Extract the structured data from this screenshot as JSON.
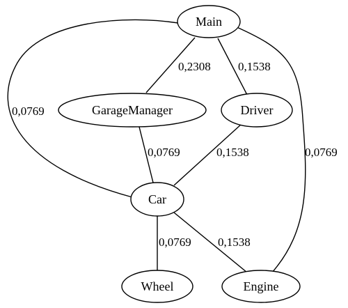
{
  "nodes": {
    "main": "Main",
    "garage_manager": "GarageManager",
    "driver": "Driver",
    "car": "Car",
    "wheel": "Wheel",
    "engine": "Engine"
  },
  "edges": {
    "main_car": "0,0769",
    "main_garage_manager": "0,2308",
    "main_driver": "0,1538",
    "main_engine": "0,0769",
    "garage_manager_car": "0,0769",
    "driver_car": "0,1538",
    "car_wheel": "0,0769",
    "car_engine": "0,1538"
  }
}
